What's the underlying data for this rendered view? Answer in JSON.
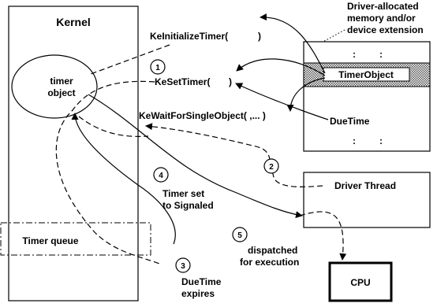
{
  "kernel": {
    "title": "Kernel",
    "timer_object_line1": "timer",
    "timer_object_line2": "object",
    "timer_queue": "Timer queue"
  },
  "calls": {
    "initialize": "KeInitializeTimer(",
    "initialize_close": ")",
    "set": "KeSetTimer(",
    "set_close": ")",
    "wait": "KeWaitForSingleObject( ,... )"
  },
  "driver_memory": {
    "caption_line1": "Driver-allocated",
    "caption_line2": "memory and/or",
    "caption_line3": "device extension",
    "timer_object": "TimerObject",
    "due_time": "DueTime",
    "ellipsis": ":"
  },
  "driver_thread": {
    "label": "Driver Thread"
  },
  "cpu": {
    "label": "CPU"
  },
  "steps": [
    {
      "number": "1"
    },
    {
      "number": "2"
    },
    {
      "number": "3",
      "label_line1": "DueTime",
      "label_line2": "expires"
    },
    {
      "number": "4",
      "label_line1": "Timer set",
      "label_line2": "to Signaled"
    },
    {
      "number": "5",
      "label_line1": "dispatched",
      "label_line2": "for execution"
    }
  ]
}
